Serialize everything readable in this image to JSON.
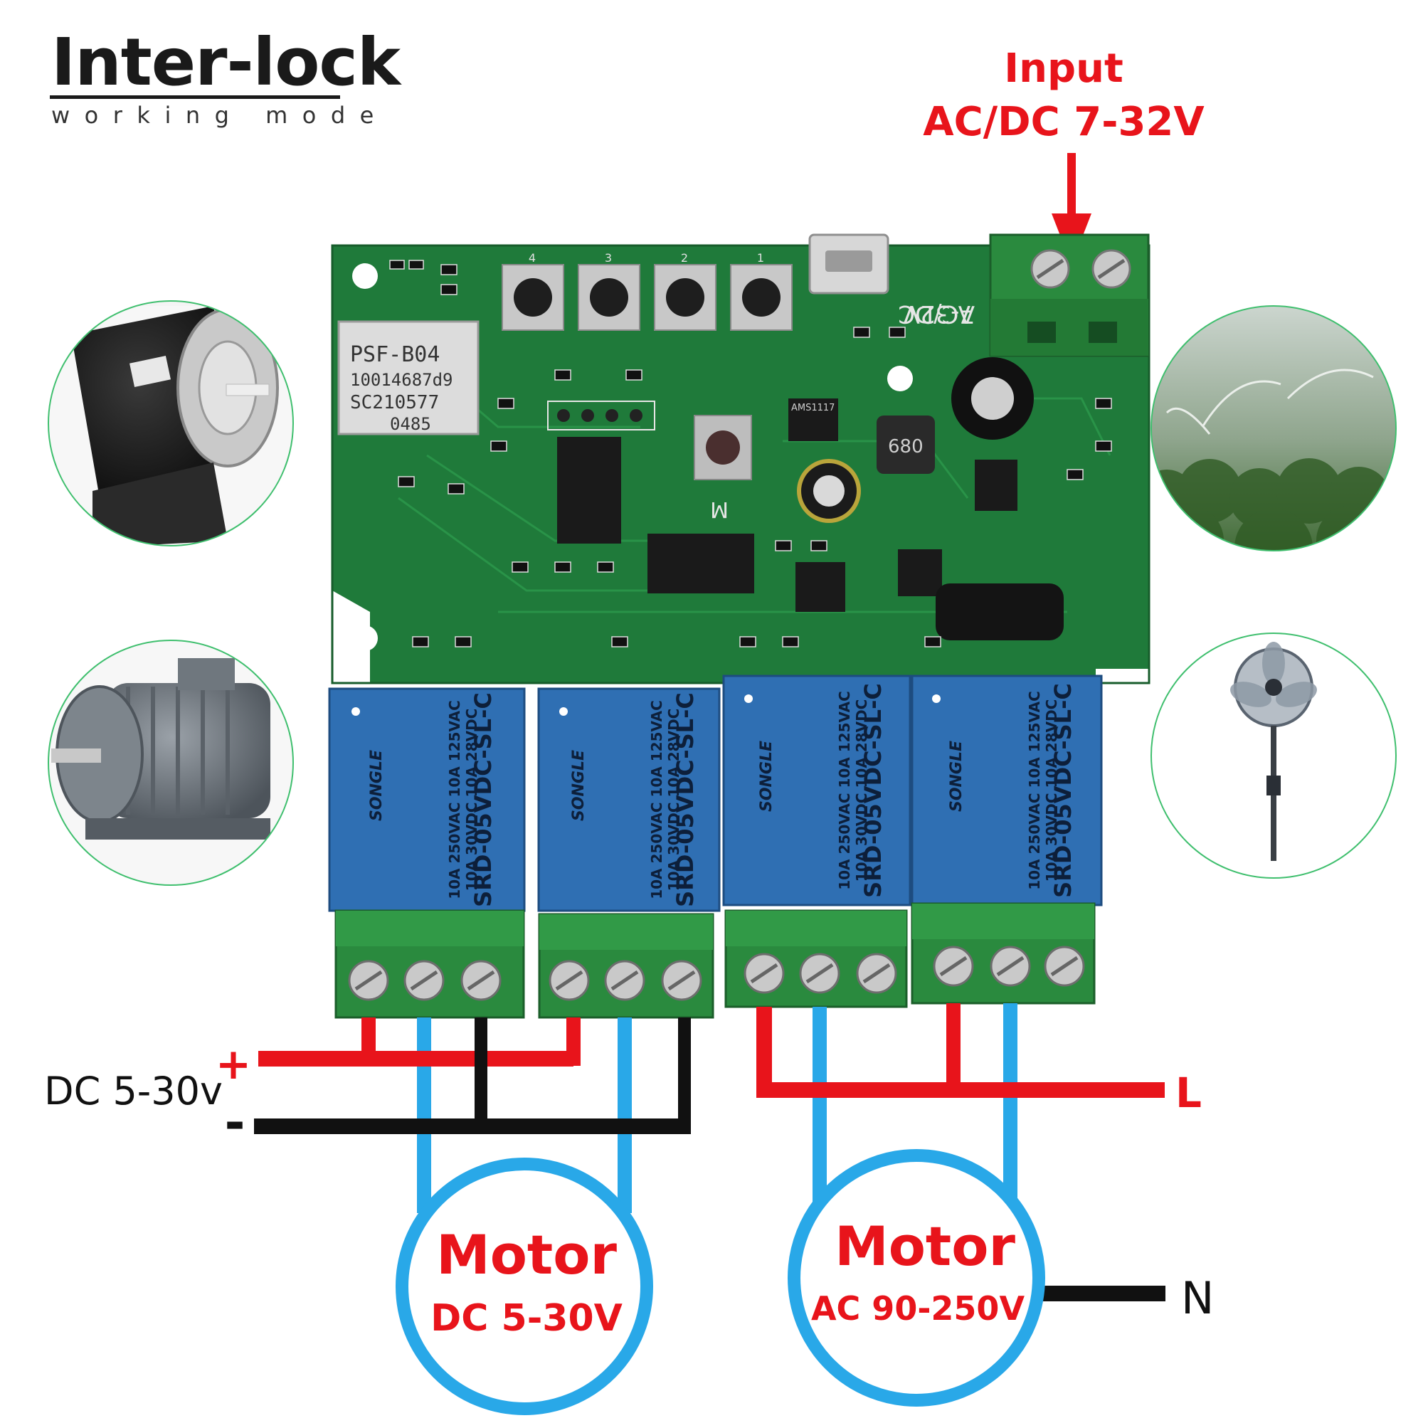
{
  "brand": {
    "title": "Inter-lock",
    "subtitle": "working mode"
  },
  "input": {
    "line1": "Input",
    "line2": "AC/DC 7-32V"
  },
  "dc_supply": {
    "label": "DC 5-30v",
    "plus": "+",
    "minus": "-"
  },
  "ac_supply": {
    "live": "L",
    "neutral": "N"
  },
  "motor_dc": {
    "title": "Motor",
    "voltage": "DC 5-30V"
  },
  "motor_ac": {
    "title": "Motor",
    "voltage": "AC 90-250V"
  },
  "board": {
    "module_text": [
      "PSF-B04",
      "10014687d9",
      "SC210577",
      "0485"
    ],
    "power_marking": [
      "7-32V",
      "AC/DC"
    ],
    "button_numbers": [
      "4",
      "3",
      "2",
      "1"
    ],
    "ic_label": "AMS1117",
    "inductor_label": "680",
    "m_mark": "M",
    "relays": [
      {
        "brand": "SONGLE",
        "model": "SRD-05VDC-SL-C",
        "r1": "10A 250VAC 10A 125VAC",
        "r2": "10A 30VDC 10A 28VDC"
      },
      {
        "brand": "SONGLE",
        "model": "SRD-05VDC-SL-C",
        "r1": "10A 250VAC 10A 125VAC",
        "r2": "10A 30VDC 10A 28VDC"
      },
      {
        "brand": "SONGLE",
        "model": "SRD-05VDC-SL-C",
        "r1": "10A 250VAC 10A 125VAC",
        "r2": "10A 30VDC 10A 28VDC"
      },
      {
        "brand": "SONGLE",
        "model": "SRD-05VDC-SL-C",
        "r1": "10A 250VAC 10A 125VAC",
        "r2": "10A 30VDC 10A 28VDC"
      }
    ]
  },
  "colors": {
    "live_wire": "#e8141b",
    "motor_wire": "#29a8e8",
    "neutral_wire": "#111111",
    "pcb": "#1f7a3a",
    "relay": "#2f6fb3",
    "terminal": "#2a8a3e"
  },
  "icons": [
    "dc-motor-photo-icon",
    "ac-motor-photo-icon",
    "sprinkler-photo-icon",
    "fan-photo-icon"
  ]
}
